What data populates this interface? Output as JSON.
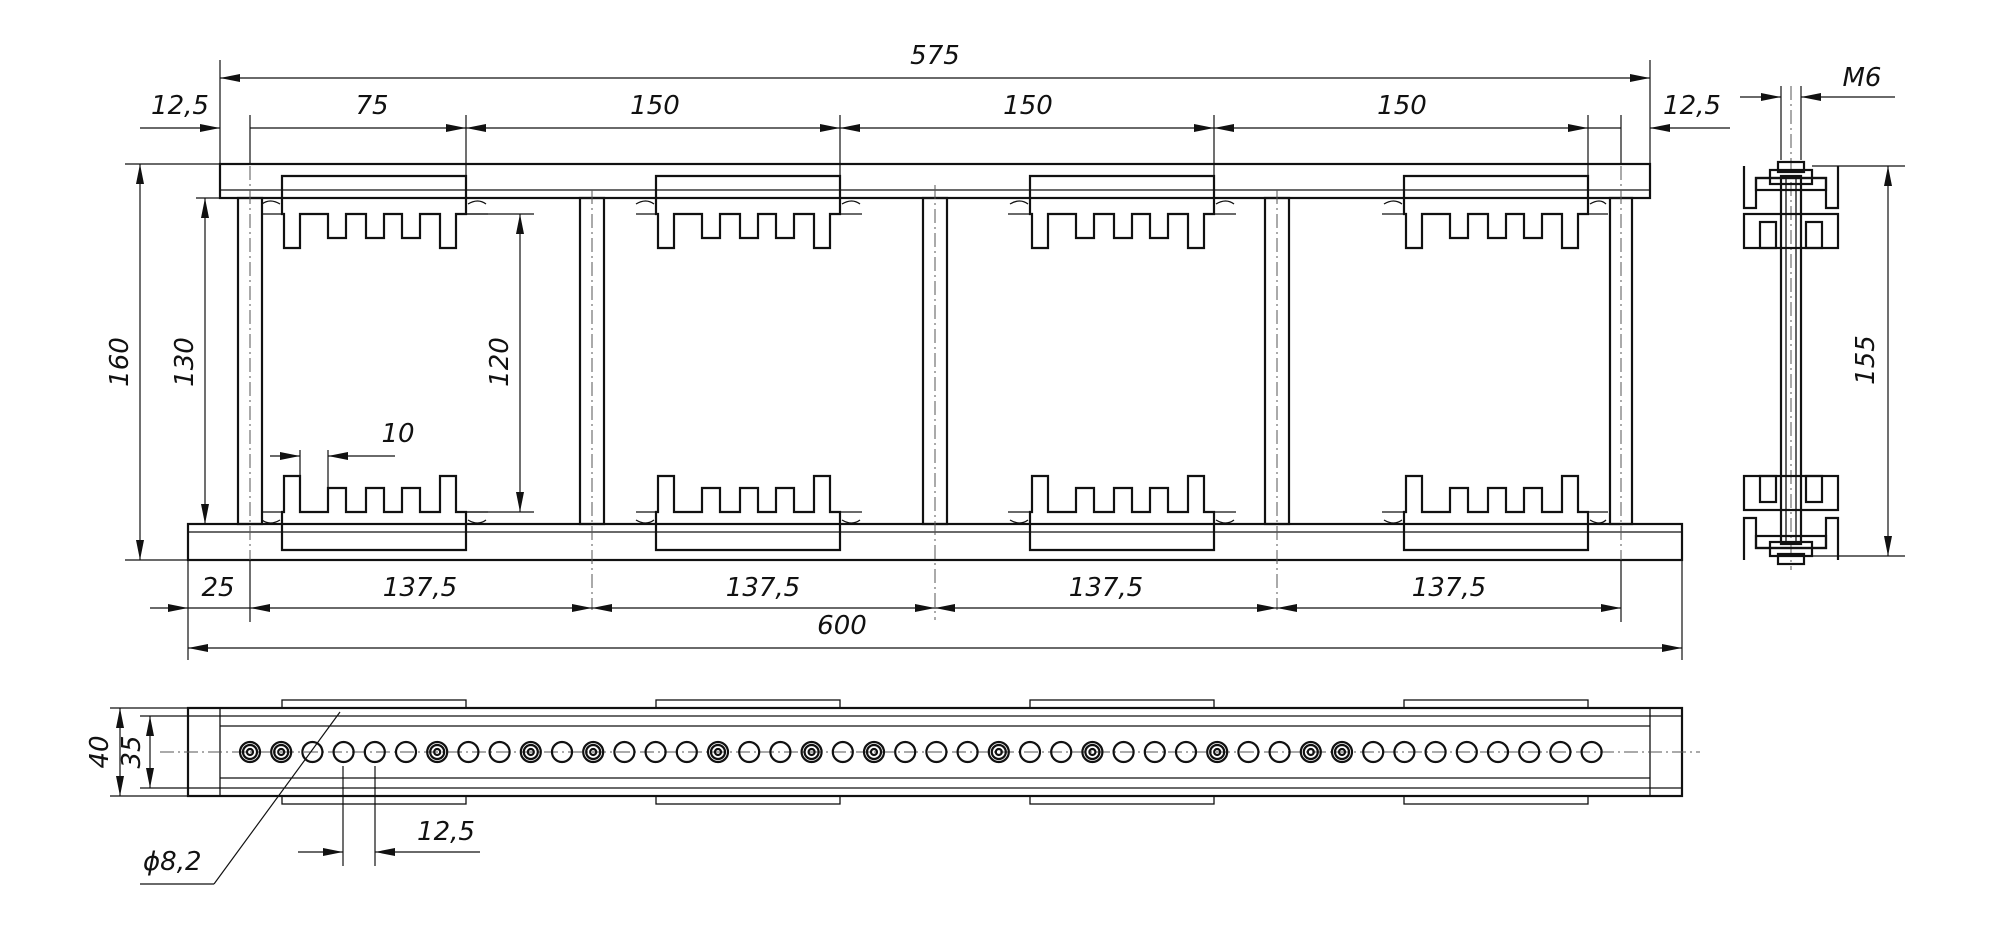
{
  "dimensions": {
    "top_overall": "575",
    "edge_left": "12,5",
    "first_span": "75",
    "span_1": "150",
    "span_2": "150",
    "span_3": "150",
    "edge_right": "12,5",
    "thread": "M6",
    "height_outer": "160",
    "height_inner": "130",
    "height_clear": "120",
    "tooth_width": "10",
    "bottom_offset": "25",
    "pitch_1": "137,5",
    "pitch_2": "137,5",
    "pitch_3": "137,5",
    "pitch_4": "137,5",
    "bottom_overall": "600",
    "side_height": "155",
    "plan_width": "40",
    "plan_inner": "35",
    "hole_diameter": "ϕ8,2",
    "hole_pitch": "12,5"
  }
}
